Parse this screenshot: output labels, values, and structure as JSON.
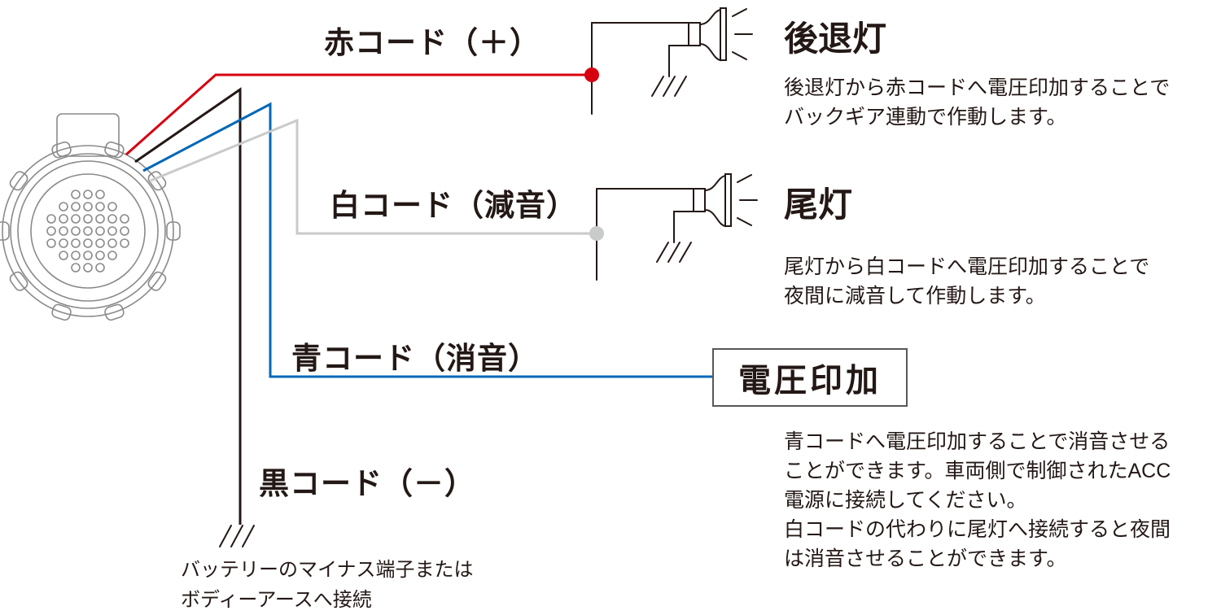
{
  "colors": {
    "red_wire": "#d7000f",
    "blue_wire": "#0068b7",
    "white_wire": "#c9caca",
    "black_wire": "#231815",
    "text": "#231815",
    "box_border": "#595757"
  },
  "wires": [
    {
      "id": "red",
      "label": "赤コード（＋）"
    },
    {
      "id": "white",
      "label": "白コード（減音）"
    },
    {
      "id": "blue",
      "label": "青コード（消音）"
    },
    {
      "id": "black",
      "label": "黒コード（－）"
    }
  ],
  "voltage_box": {
    "label": "電圧印加"
  },
  "sections": {
    "backup_light": {
      "title": "後退灯",
      "desc_lines": [
        "後退灯から赤コードへ電圧印加することで",
        "バックギア連動で作動します。"
      ]
    },
    "tail_light": {
      "title": "尾灯",
      "desc_lines": [
        "尾灯から白コードへ電圧印加することで",
        "夜間に減音して作動します。"
      ]
    },
    "mute": {
      "desc_lines": [
        "青コードへ電圧印加することで消音させる",
        "ことができます。車両側で制御されたACC",
        "電源に接続してください。",
        "白コードの代わりに尾灯へ接続すると夜間",
        "は消音させることができます。"
      ]
    },
    "ground_note": {
      "lines": [
        "バッテリーのマイナス端子または",
        "ボディーアースへ接続"
      ]
    }
  }
}
